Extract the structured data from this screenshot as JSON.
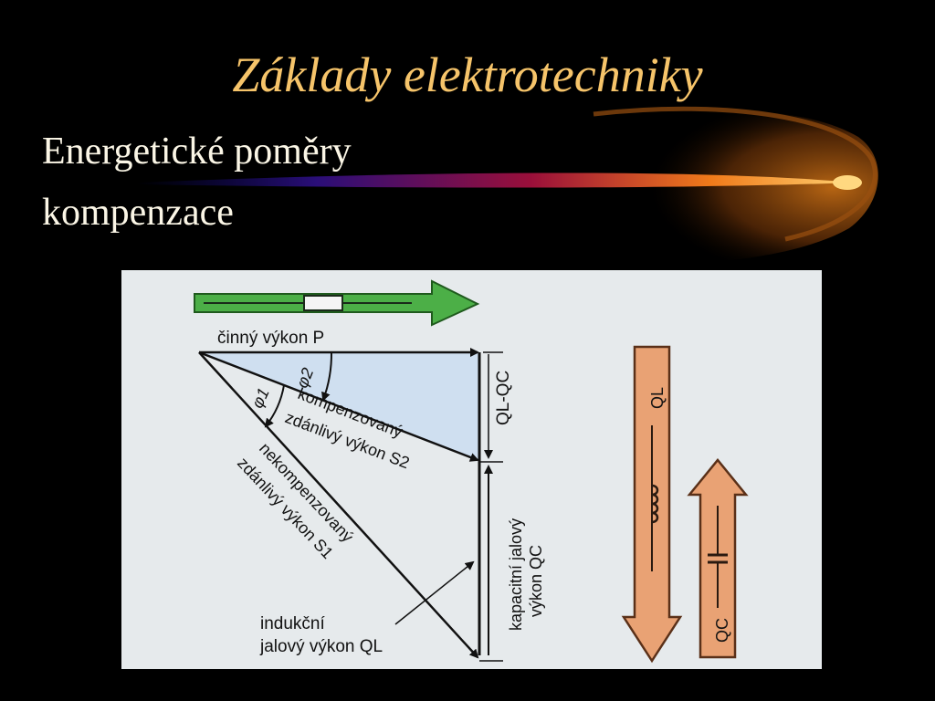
{
  "title": "Základy elektrotechniky",
  "subtitle_line1": "Energetické poměry",
  "subtitle_line2": "kompenzace",
  "colors": {
    "background": "#000000",
    "title": "#f6c46a",
    "subtitle": "#fbf6e6",
    "green_arrow": "#4caf47",
    "copper_arrow": "#e9a274",
    "shaded_triangle": "#cfdff0"
  },
  "diagram": {
    "active_power": "činný výkon P",
    "phi2": "φ2",
    "phi1": "φ1",
    "ql_minus_qc": "QL-QC",
    "compensated_1": "kompenzovaný",
    "compensated_2": "zdánlivý výkon S2",
    "uncompensated_1": "nekompenzovaný",
    "uncompensated_2": "zdánlivý výkon S1",
    "capacitive_1": "kapacitní jalový",
    "capacitive_2": "výkon QC",
    "inductive_1": "indukční",
    "inductive_2": "jalový výkon QL",
    "ql": "QL",
    "qc": "QC"
  }
}
